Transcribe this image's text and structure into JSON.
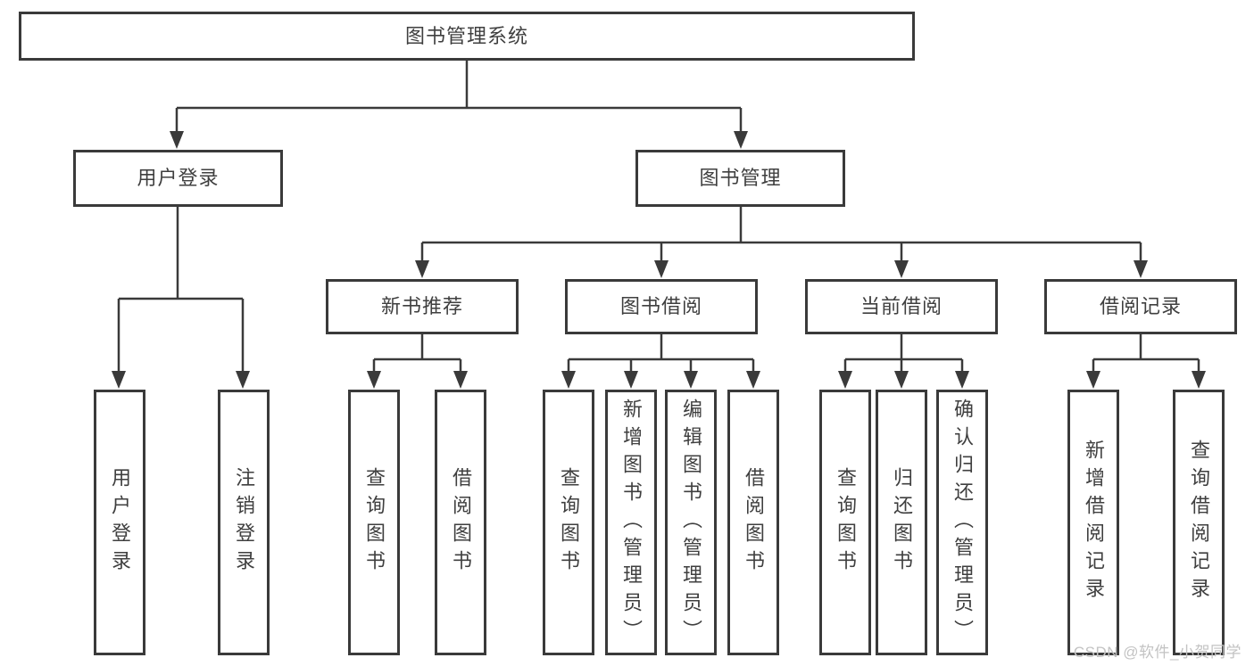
{
  "diagram": {
    "root": {
      "label": "图书管理系统"
    },
    "branches": [
      {
        "label": "用户登录",
        "children": [
          {
            "label": "用户登录"
          },
          {
            "label": "注销登录"
          }
        ]
      },
      {
        "label": "图书管理",
        "children": [
          {
            "label": "新书推荐",
            "children": [
              {
                "label": "查询图书"
              },
              {
                "label": "借阅图书"
              }
            ]
          },
          {
            "label": "图书借阅",
            "children": [
              {
                "label": "查询图书"
              },
              {
                "label": "新增图书（管理员）"
              },
              {
                "label": "编辑图书（管理员）"
              },
              {
                "label": "借阅图书"
              }
            ]
          },
          {
            "label": "当前借阅",
            "children": [
              {
                "label": "查询图书"
              },
              {
                "label": "归还图书"
              },
              {
                "label": "确认归还（管理员）"
              }
            ]
          },
          {
            "label": "借阅记录",
            "children": [
              {
                "label": "新增借阅记录"
              },
              {
                "label": "查询借阅记录"
              }
            ]
          }
        ]
      }
    ]
  },
  "watermark": "CSDN @软件_小贺同学",
  "colors": {
    "line": "#3a3a3a",
    "box_border": "#3a3a3a",
    "text": "#3f3f3f",
    "watermark": "#c3c3c3",
    "background": "#ffffff"
  }
}
